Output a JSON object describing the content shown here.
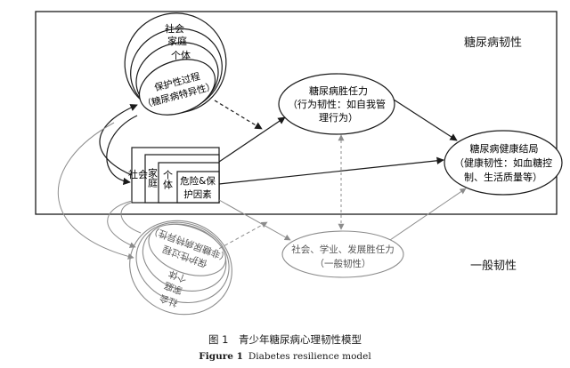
{
  "diagram": {
    "title_top": "糖尿病韧性",
    "title_general": "一般韧性",
    "protective": {
      "layers": [
        "社会",
        "家庭",
        "个体"
      ],
      "core_line1": "保护性过程",
      "core_line2": "（糖尿病特异性）"
    },
    "risk": {
      "layers": [
        "社会",
        "家庭",
        "个体"
      ],
      "core_line1": "危险&保",
      "core_line2": "护因素"
    },
    "general_protective": {
      "layers": [
        "社会",
        "家庭",
        "个体"
      ],
      "core_line1": "保护性过程",
      "core_line2": "（非糖尿病特异性）"
    },
    "competence": {
      "line1": "糖尿病胜任力",
      "line2": "（行为韧性：如自我管",
      "line3": "理行为）"
    },
    "outcome": {
      "line1": "糖尿病健康结局",
      "line2": "（健康韧性：如血糖控",
      "line3": "制、生活质量等）"
    },
    "general_competence": {
      "line1": "社会、学业、发展胜任力",
      "line2": "（一般韧性）"
    },
    "caption_cn": "图 1　青少年糖尿病心理韧性模型",
    "caption_en_label": "Figure 1",
    "caption_en_text": "Diabetes resilience model"
  },
  "colors": {
    "ink": "#1a1a1a",
    "muted": "#8c8c8c",
    "background": "#ffffff"
  }
}
